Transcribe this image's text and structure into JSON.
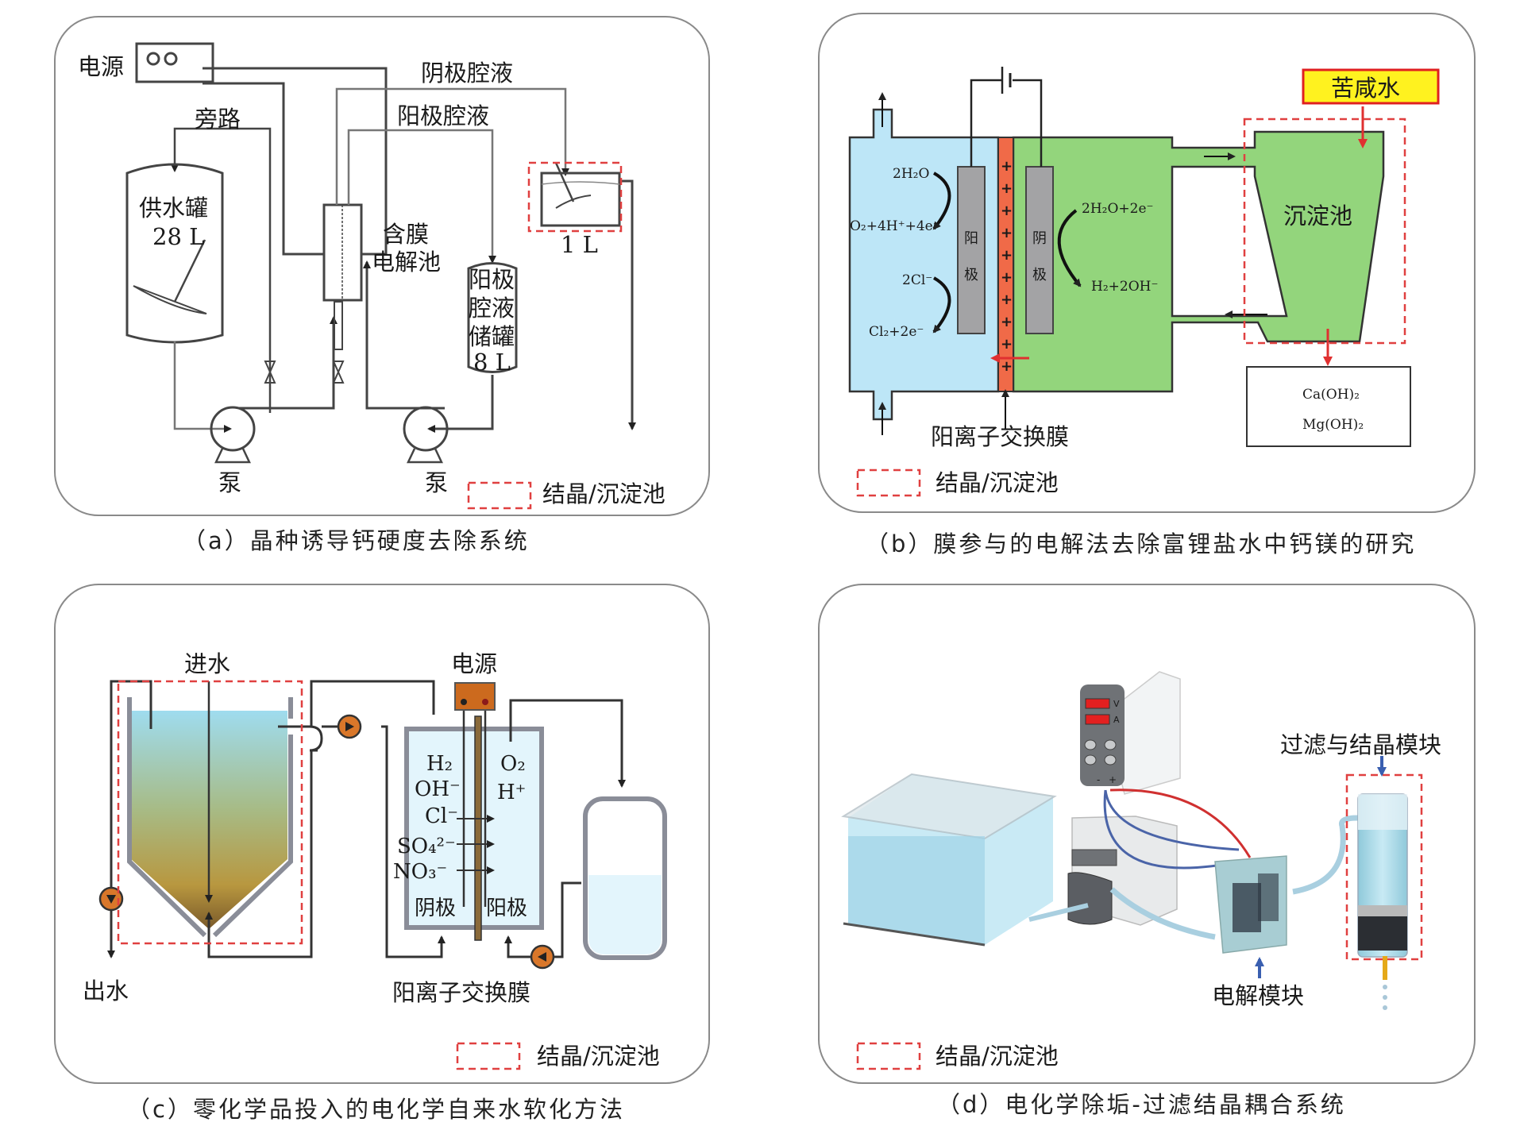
{
  "legend_label": "结晶/沉淀池",
  "colors": {
    "dashed_box": "#e04040",
    "anode_chamber": "#bde6f7",
    "cathode_chamber": "#93d57c",
    "membrane": "#f06a48",
    "brackish_box": "#fff21f",
    "pump_orange": "#d9772a",
    "power_orange": "#cc6a1e"
  },
  "panel_a": {
    "caption": "（a）晶种诱导钙硬度去除系统",
    "power": "电源",
    "cathode_liquid": "阴极腔液",
    "anode_liquid": "阳极腔液",
    "bypass": "旁路",
    "feed_tank": "供水罐",
    "feed_tank_volume": "28 L",
    "cell_line1": "含膜",
    "cell_line2": "电解池",
    "anolyte_tank": [
      "阳极",
      "腔液",
      "储罐"
    ],
    "anolyte_tank_volume": "8 L",
    "crystallizer_volume": "1 L",
    "pump1": "泵",
    "pump2": "泵"
  },
  "panel_b": {
    "caption": "（b）膜参与的电解法去除富锂盐水中钙镁的研究",
    "anode": [
      "阳",
      "极"
    ],
    "cathode": [
      "阴",
      "极"
    ],
    "r1_in": "2H₂O",
    "r1_out": "O₂+4H⁺+4e⁻",
    "r2_in": "2Cl⁻",
    "r2_out": "Cl₂+2e⁻",
    "r3_in": "2H₂O+2e⁻",
    "r3_out": "H₂+2OH⁻",
    "membrane_label": "阳离子交换膜",
    "brackish_water": "苦咸水",
    "settling_tank": "沉淀池",
    "precipitate_1": "Ca(OH)₂",
    "precipitate_2": "Mg(OH)₂",
    "membrane_sign": "+"
  },
  "panel_c": {
    "caption": "（c）零化学品投入的电化学自来水软化方法",
    "inlet": "进水",
    "outlet": "出水",
    "power": "电源",
    "h2": "H₂",
    "oh": "OH⁻",
    "o2": "O₂",
    "hplus": "H⁺",
    "cl": "Cl⁻",
    "so4": "SO₄²⁻",
    "no3": "NO₃⁻",
    "cathode": "阴极",
    "anode": "阳极",
    "membrane_label": "阳离子交换膜"
  },
  "panel_d": {
    "caption": "（d）电化学除垢-过滤结晶耦合系统",
    "filter_module": "过滤与结晶模块",
    "electrolysis_module": "电解模块",
    "meter_v": "V",
    "meter_a": "A",
    "terminal_neg": "-",
    "terminal_pos": "+"
  }
}
